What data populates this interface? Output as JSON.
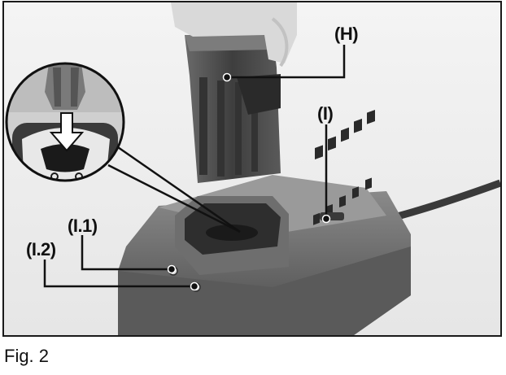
{
  "figure": {
    "caption": "Fig. 2",
    "callouts": {
      "battery": "(H)",
      "charger": "(I)",
      "indicator_1": "(I.1)",
      "indicator_2": "(I.2)"
    }
  }
}
